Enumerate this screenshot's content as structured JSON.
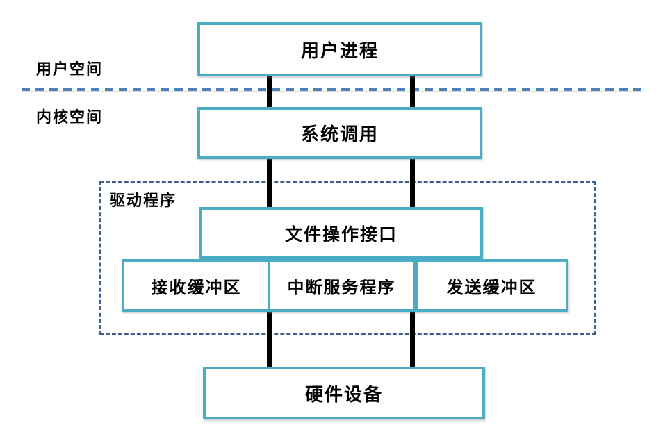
{
  "diagram": {
    "type": "block-diagram",
    "language": "zh-CN"
  },
  "labels": {
    "user_space": "用户空间",
    "kernel_space": "内核空间",
    "driver_region": "驱动程序"
  },
  "nodes": {
    "user_process": "用户进程",
    "system_call": "系统调用",
    "file_ops_interface": "文件操作接口",
    "receive_buffer": "接收缓冲区",
    "interrupt_service": "中断服务程序",
    "send_buffer": "发送缓冲区",
    "hardware_device": "硬件设备"
  },
  "colors": {
    "box_border": "#4BACC6",
    "space_divider": "#4F81BD",
    "driver_outline": "#3F5F8F",
    "connector": "#000000",
    "text": "#000000",
    "background": "#FFFFFF"
  }
}
